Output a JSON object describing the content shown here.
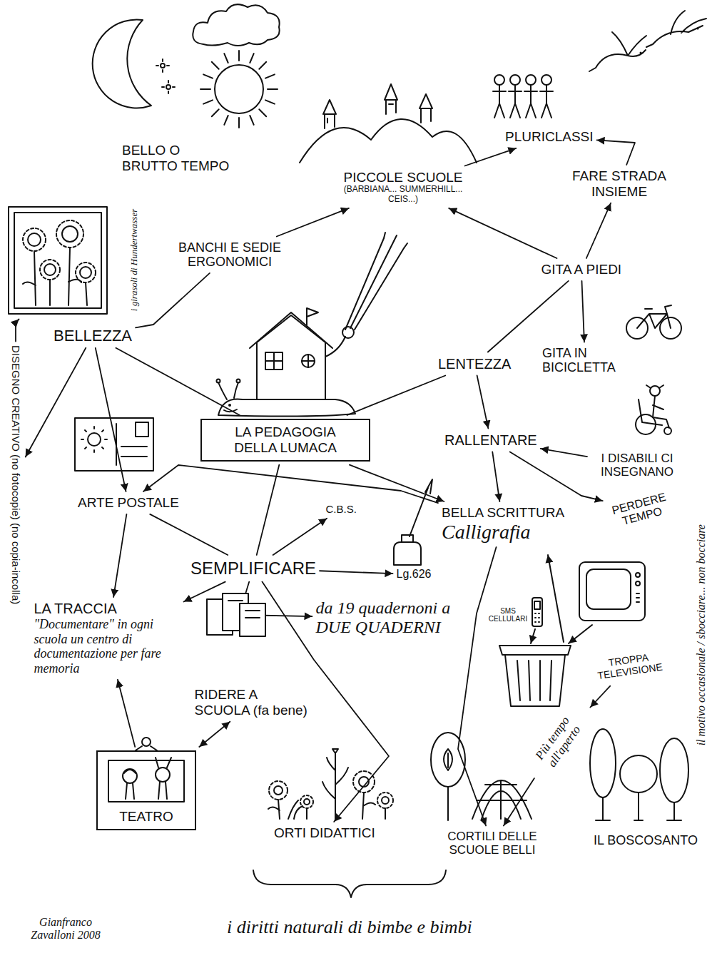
{
  "diagram": {
    "nodes": [
      {
        "text": [
          "i girasoli di Hundertwasser"
        ]
      },
      {
        "text": [
          "BELLO O BRUTTO TEMPO"
        ]
      },
      {
        "text": [
          "PICCOLE SCUOLE",
          "(BARBIANA... SUMMERHILL... CEIS...)"
        ]
      },
      {
        "text": [
          "PLURICLASSI"
        ]
      },
      {
        "text": [
          "FARE STRADA INSIEME"
        ]
      },
      {
        "text": [
          "BANCHI E SEDIE ERGONOMICI"
        ]
      },
      {
        "text": [
          "GITA A PIEDI"
        ]
      },
      {
        "text": [
          "BELLEZZA"
        ]
      },
      {
        "text": [
          "DISEGNO CREATIVO (no fotocopie) (no copia-incolla)"
        ]
      },
      {
        "text": [
          "LENTEZZA"
        ]
      },
      {
        "text": [
          "GITA IN BICICLETTA"
        ]
      },
      {
        "text": [
          "LA PEDAGOGIA DELLA LUMACA"
        ]
      },
      {
        "text": [
          "RALLENTARE"
        ]
      },
      {
        "text": [
          "I DISABILI CI INSEGNANO"
        ]
      },
      {
        "text": [
          "ARTE POSTALE"
        ]
      },
      {
        "text": [
          "C.B.S."
        ]
      },
      {
        "text": [
          "PERDERE TEMPO"
        ]
      },
      {
        "text": [
          "BELLA SCRITTURA",
          "Calligrafia"
        ]
      },
      {
        "text": [
          "SEMPLIFICARE"
        ]
      },
      {
        "text": [
          "Lg.626"
        ]
      },
      {
        "text": [
          "LA TRACCIA",
          "\"Documentare\" in ogni scuola un centro di documentazione per fare memoria"
        ]
      },
      {
        "text": [
          "da 19 quadernoni a DUE QUADERNI"
        ]
      },
      {
        "text": [
          "TROPPA TELEVISIONE"
        ]
      },
      {
        "text": [
          "RIDERE A SCUOLA (fa bene)"
        ]
      },
      {
        "text": [
          "Più tempo all'aperto"
        ]
      },
      {
        "text": [
          "TEATRO"
        ]
      },
      {
        "text": [
          "ORTI DIDATTICI"
        ]
      },
      {
        "text": [
          "CORTILI DELLE SCUOLE BELLI"
        ]
      },
      {
        "text": [
          "IL BOSCOSANTO"
        ]
      }
    ],
    "edges": [
      {
        "from": 11,
        "to": 7,
        "arrow": "none"
      },
      {
        "from": 7,
        "to": 5,
        "arrow": "none"
      },
      {
        "from": 5,
        "to": 2,
        "arrow": "to"
      },
      {
        "from": 7,
        "to": 14,
        "arrow": "to"
      },
      {
        "from": 7,
        "to": 8,
        "arrow": "to"
      },
      {
        "from": 8,
        "to": 0,
        "arrow": "to"
      },
      {
        "from": 6,
        "to": 2,
        "arrow": "to"
      },
      {
        "from": 2,
        "to": 3,
        "arrow": "to"
      },
      {
        "from": 4,
        "to": 3,
        "arrow": "to"
      },
      {
        "from": 6,
        "to": 4,
        "arrow": "to"
      },
      {
        "from": 6,
        "to": 10,
        "arrow": "to"
      },
      {
        "from": 6,
        "to": 9,
        "arrow": "none"
      },
      {
        "from": 11,
        "to": 9,
        "arrow": "none"
      },
      {
        "from": 9,
        "to": 12,
        "arrow": "to"
      },
      {
        "from": 13,
        "to": 12,
        "arrow": "to"
      },
      {
        "from": 12,
        "to": 16,
        "arrow": "to"
      },
      {
        "from": 12,
        "to": 17,
        "arrow": "to"
      },
      {
        "from": 11,
        "to": 17,
        "arrow": "to"
      },
      {
        "from": 17,
        "to": 14,
        "arrow": "to"
      },
      {
        "from": 14,
        "to": 20,
        "arrow": "to"
      },
      {
        "from": 14,
        "to": 18,
        "arrow": "none"
      },
      {
        "from": 11,
        "to": 18,
        "arrow": "none"
      },
      {
        "from": 18,
        "to": 15,
        "arrow": "to"
      },
      {
        "from": 18,
        "to": 19,
        "arrow": "to"
      },
      {
        "from": 18,
        "to": 21,
        "arrow": "to"
      },
      {
        "from": 18,
        "to": 20,
        "arrow": "to"
      },
      {
        "from": 18,
        "to": 26,
        "arrow": "to"
      },
      {
        "from": 17,
        "to": 27,
        "arrow": "to"
      },
      {
        "from": 22,
        "to": 24,
        "arrow": "to"
      },
      {
        "from": 24,
        "to": 27,
        "arrow": "to"
      },
      {
        "from": 25,
        "to": 20,
        "arrow": "to"
      },
      {
        "from": 25,
        "to": 23,
        "arrow": "both"
      }
    ],
    "labels": [
      "SMS CELLULARI",
      "il motivo occasionale / sbocciare... non bocciare",
      "Gianfranco Zavalloni 2008",
      "i diritti naturali di bimbe e bimbi"
    ]
  }
}
